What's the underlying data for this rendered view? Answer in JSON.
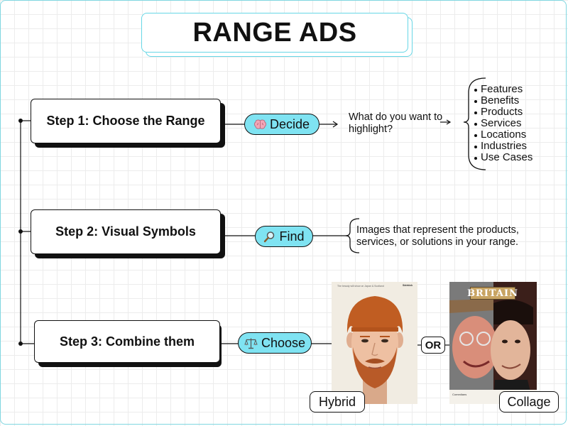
{
  "title": "RANGE ADS",
  "steps": [
    {
      "label": "Step 1: Choose the Range",
      "action": "Decide",
      "action_icon": "brain-icon"
    },
    {
      "label": "Step 2: Visual Symbols",
      "action": "Find",
      "action_icon": "magnifier-icon"
    },
    {
      "label": "Step 3: Combine them",
      "action": "Choose",
      "action_icon": "balance-scale-icon"
    }
  ],
  "decide_question": "What do you want to highlight?",
  "highlight_options": [
    "Features",
    "Benefits",
    "Products",
    "Services",
    "Locations",
    "Industries",
    "Use Cases"
  ],
  "find_description": "Images that represent the products, services, or solutions in your range.",
  "or_label": "OR",
  "examples": {
    "hybrid": {
      "caption": "Hybrid",
      "poster_header": "The beauty will show on Japan & Scotland",
      "poster_brand": "Sidekick"
    },
    "collage": {
      "caption": "Collage",
      "sign_text": "BRITAIN",
      "footer_text": "Comedians"
    }
  },
  "colors": {
    "accent": "#7fe3f2",
    "title_border": "#67d7e6",
    "outline": "#111111"
  }
}
